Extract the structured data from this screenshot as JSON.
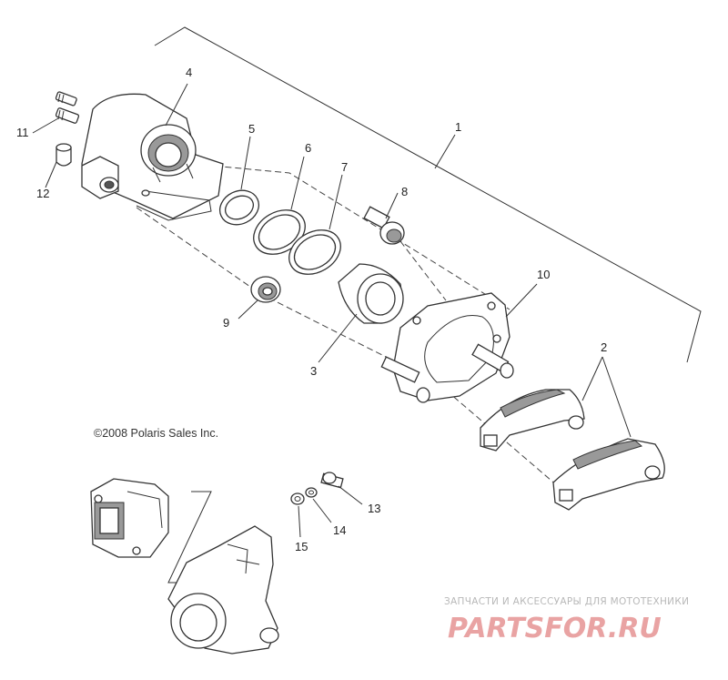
{
  "diagram": {
    "callouts": {
      "c1": "1",
      "c2": "2",
      "c3": "3",
      "c4": "4",
      "c5": "5",
      "c6": "6",
      "c7": "7",
      "c8": "8",
      "c9": "9",
      "c10": "10",
      "c11": "11",
      "c12": "12",
      "c13": "13",
      "c14": "14",
      "c15": "15"
    },
    "copyright": "©2008 Polaris Sales Inc."
  },
  "watermark": {
    "tagline": "ЗАПЧАСТИ И АКСЕССУАРЫ ДЛЯ МОТОТЕХНИКИ",
    "logo": "PARTSFOR.RU",
    "logo_color": "#e9a3a3",
    "tagline_color": "#b8b8b8"
  }
}
